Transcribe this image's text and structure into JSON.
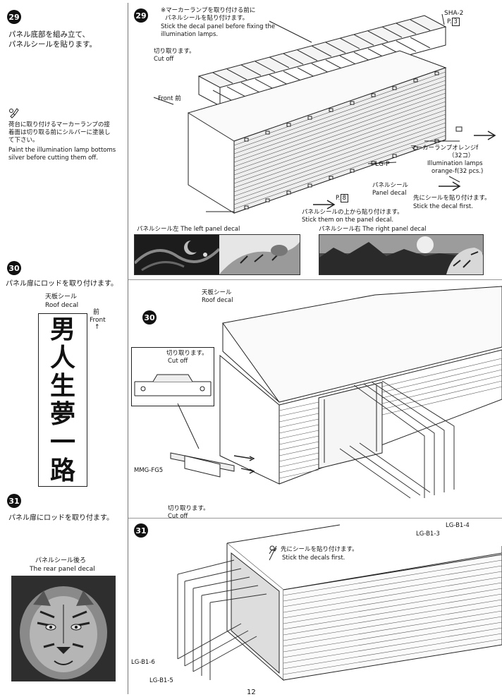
{
  "steps": {
    "s29": {
      "number": "29",
      "jp_line1": "パネル底部を組み立て、",
      "jp_line2": "パネルシールを貼ります。",
      "tip_jp_line1": "荷台に取り付けるマーカーランプの接",
      "tip_jp_line2": "着面は切り取る前にシルバーに塗装し",
      "tip_jp_line3": "て下さい。",
      "tip_en_line1": "Paint the illumination lamp bottoms",
      "tip_en_line2": "silver before cutting them off."
    },
    "s30": {
      "number": "30",
      "jp": "パネル扉にロッドを取り付けます。"
    },
    "s31": {
      "number": "31",
      "jp": "パネル扉にロッドを取り付ます。"
    }
  },
  "roof_decal": {
    "label_jp": "天板シール",
    "label_en": "Roof decal",
    "front_jp": "前",
    "front_en": "Front",
    "arrow": "↑",
    "chars": [
      "男",
      "人",
      "生",
      "夢",
      "一",
      "路"
    ]
  },
  "rear_decal": {
    "label_jp": "パネルシール後ろ",
    "label_en": "The rear panel decal"
  },
  "diagram29": {
    "number": "29",
    "note_jp1": "※マーカーランプを取り付ける前に",
    "note_jp2": "パネルシールを貼り付けます。",
    "note_en1": "Stick the decal panel before fixing the",
    "note_en2": "illumination lamps.",
    "part_sha": "SHA-2",
    "part_sha_ref": "P.",
    "part_sha_num": "3",
    "cutoff_jp": "切り取ります。",
    "cutoff_en": "Cut off",
    "front_en": "Front",
    "front_jp": "前",
    "lgp": "LG-P",
    "lamp_jp": "マーカーランプオレンジf",
    "lamp_count_jp": "（32コ）",
    "lamp_en1": "Illumination lamps",
    "lamp_en2": "orange-f(32 pcs.)",
    "panel_decal_jp": "パネルシール",
    "panel_decal_en": "Panel decal",
    "p8_ref": "P.",
    "p8_num": "8",
    "first_jp": "先にシールを貼り付けます。",
    "first_en": "Stick the decal first.",
    "over_jp": "パネルシールの上から貼り付けます。",
    "over_en": "Stick them on the panel decal.",
    "left_decal": "パネルシール左  The left panel decal",
    "right_decal": "パネルシール右  The right panel decal"
  },
  "diagram30": {
    "number": "30",
    "roof_jp": "天板シール",
    "roof_en": "Roof decal",
    "cutoff_jp": "切り取ります。",
    "cutoff_en": "Cut off",
    "part_mmg": "MMG-FG5",
    "cutoff2_jp": "切り取ります。",
    "cutoff2_en": "Cut off",
    "part_b13": "LG-B1-3",
    "part_b14": "LG-B1-4"
  },
  "diagram31": {
    "number": "31",
    "first_jp": "先にシールを貼り付けます。",
    "first_en": "Stick the decals first.",
    "part_b16": "LG-B1-6",
    "part_b15": "LG-B1-5"
  },
  "page_number": "12"
}
